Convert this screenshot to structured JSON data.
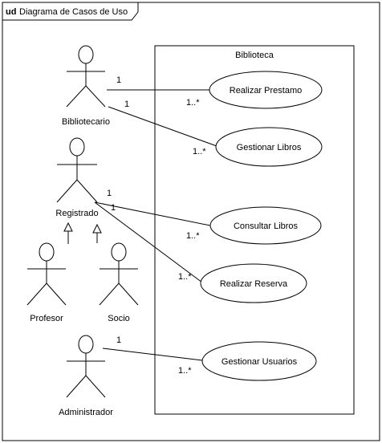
{
  "frame": {
    "kind": "ud",
    "title": "Diagrama de Casos de Uso"
  },
  "system": {
    "name": "Biblioteca"
  },
  "actors": {
    "bibliotecario": "Bibliotecario",
    "registrado": "Registrado",
    "profesor": "Profesor",
    "socio": "Socio",
    "administrador": "Administrador"
  },
  "use_cases": {
    "realizar_prestamo": "Realizar Prestamo",
    "gestionar_libros": "Gestionar Libros",
    "consultar_libros": "Consultar Libros",
    "realizar_reserva": "Realizar Reserva",
    "gestionar_usuarios": "Gestionar Usuarios"
  },
  "multiplicity": {
    "one": "1",
    "many": "1..*"
  }
}
